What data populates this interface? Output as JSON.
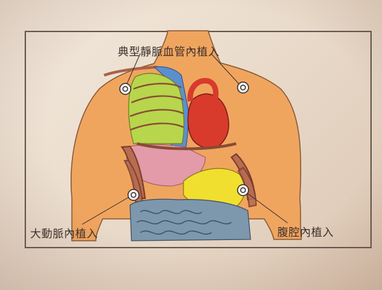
{
  "labels": {
    "top": "典型靜脈血管內植入",
    "left": "大動脈內植入",
    "right": "腹腔內植入"
  },
  "colors": {
    "paper": "#f3e9dd",
    "skin": "#f0a55f",
    "lung": "#b7d64b",
    "heart": "#d83b2c",
    "vessel": "#5c8fd0",
    "ribs": "#a86249",
    "liver_pink": "#e39aa9",
    "stomach": "#f1df2f",
    "intestine": "#7d97ad",
    "frame": "#6a5a52"
  }
}
